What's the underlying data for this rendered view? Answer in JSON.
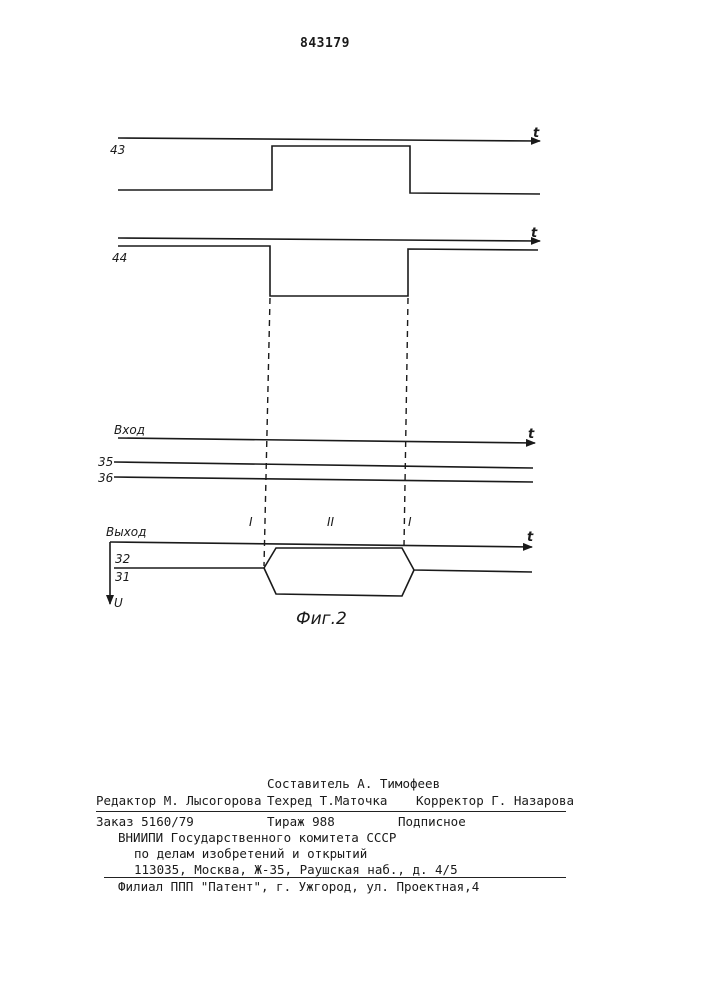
{
  "page_number": "843179",
  "diagram": {
    "time_symbol": "t",
    "signal_labels": {
      "sig43": "43",
      "sig44": "44",
      "input": "Вход",
      "level35": "35",
      "level36": "36",
      "output": "Выход",
      "level32": "32",
      "level31": "31",
      "u_axis": "U"
    },
    "phase_labels": {
      "phase_left": "I",
      "phase_mid": "II",
      "phase_right": "I"
    },
    "figure_caption": "Фиг.2"
  },
  "footer": {
    "compiler": "Составитель А. Тимофеев",
    "editor": "Редактор М. Лысогорова",
    "techred": "Техред Т.Маточка",
    "corrector": "Корректор Г. Назарова",
    "order": "Заказ 5160/79",
    "circulation": "Тираж 988",
    "subscription": "Подписное",
    "org_line1": "ВНИИПИ Государственного комитета СССР",
    "org_line2": "по делам изобретений и открытий",
    "org_line3": "113035, Москва, Ж-35, Раушская наб., д. 4/5",
    "branch": "Филиал ППП \"Патент\", г. Ужгород, ул. Проектная,4"
  }
}
